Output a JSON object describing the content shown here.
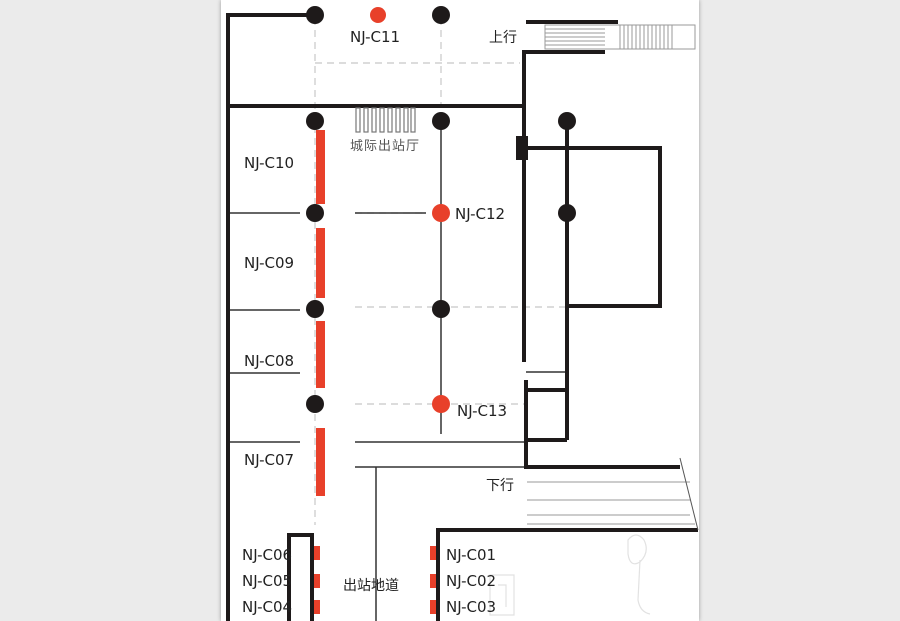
{
  "colors": {
    "wall": "#1e1a1a",
    "line": "#333333",
    "dash": "#c8c8c8",
    "accent": "#e8402a",
    "stair": "#9a9a9a",
    "sheet": "#ffffff",
    "background": "#ebebeb"
  },
  "labels": {
    "gate_c11": "NJ-C11",
    "up": "上行",
    "intercity_hall": "城际出站厅",
    "gate_c10": "NJ-C10",
    "gate_c12": "NJ-C12",
    "gate_c09": "NJ-C09",
    "gate_c08": "NJ-C08",
    "gate_c13": "NJ-C13",
    "gate_c07": "NJ-C07",
    "down": "下行",
    "gate_c06": "NJ-C06",
    "gate_c05": "NJ-C05",
    "gate_c04": "NJ-C04",
    "exit_passage": "出站地道",
    "gate_c01": "NJ-C01",
    "gate_c02": "NJ-C02",
    "gate_c03": "NJ-C03"
  }
}
